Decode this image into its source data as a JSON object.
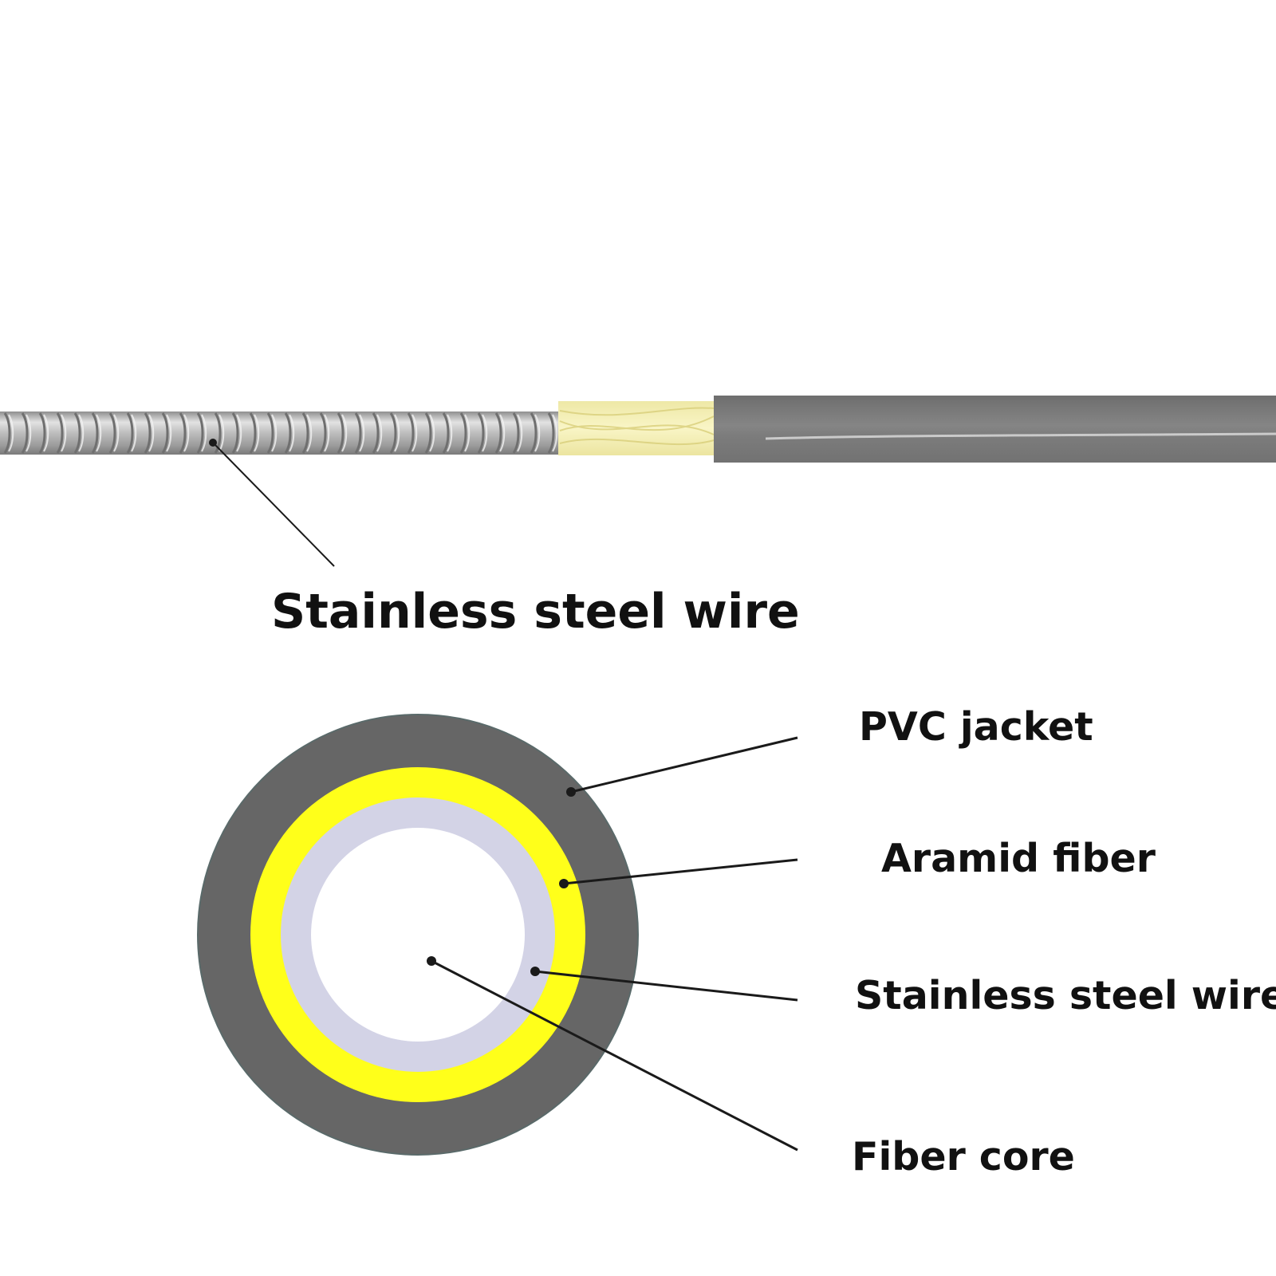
{
  "cable_view": {
    "sections": [
      {
        "name": "steel-spiral-armor",
        "color": "#b9b9b9"
      },
      {
        "name": "aramid-yarn",
        "color": "#f7f2b4"
      },
      {
        "name": "pvc-jacket",
        "color": "#7b7b7b"
      }
    ],
    "label": "Stainless steel wire"
  },
  "cross_section": {
    "layers": [
      {
        "name": "pvc-jacket",
        "color": "#666666"
      },
      {
        "name": "aramid-fiber",
        "color": "#ffff1a"
      },
      {
        "name": "stainless-steel-wire",
        "color": "#d3d3e6"
      },
      {
        "name": "fiber-core",
        "color": "#ffffff"
      }
    ],
    "labels": [
      {
        "key": "pvc",
        "text": "PVC jacket"
      },
      {
        "key": "aramid",
        "text": "Aramid fiber"
      },
      {
        "key": "steel",
        "text": "Stainless steel wire"
      },
      {
        "key": "core",
        "text": "Fiber core"
      }
    ],
    "leader_color": "#1a1a1a"
  }
}
